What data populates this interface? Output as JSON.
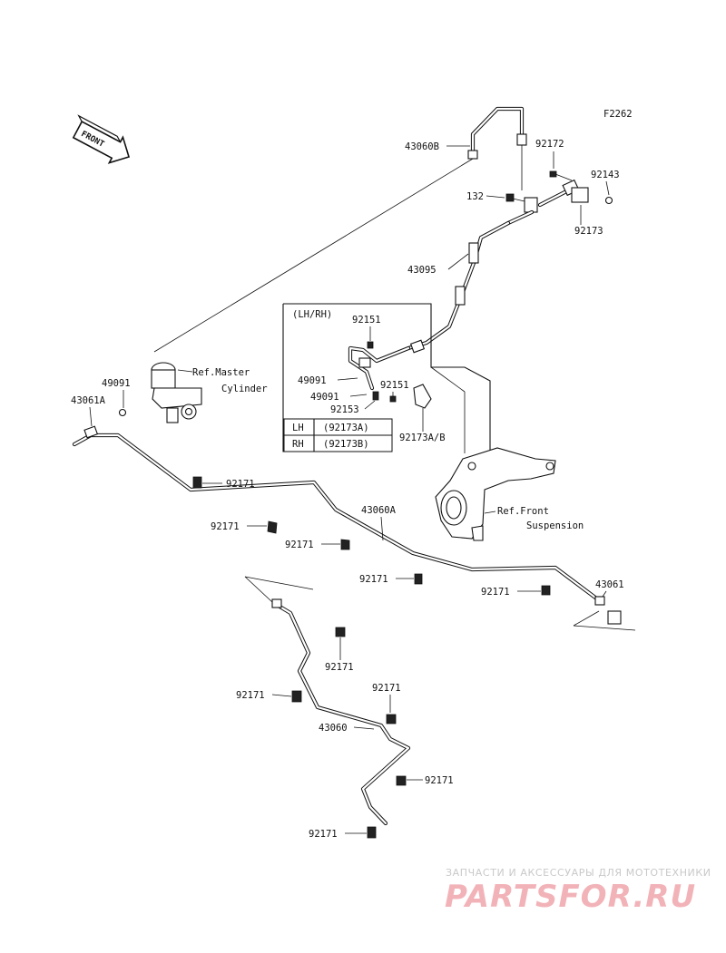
{
  "diagram_code": "F2262",
  "front_arrow_label": "FRONT",
  "inset": {
    "title": "(LH/RH)",
    "rows": [
      {
        "side": "LH",
        "part": "(92173A)"
      },
      {
        "side": "RH",
        "part": "(92173B)"
      }
    ]
  },
  "refs": {
    "master_line1": "Ref.Master",
    "master_line2": "Cylinder",
    "front_line1": "Ref.Front",
    "front_line2": "Suspension"
  },
  "parts": [
    {
      "id": "p43060B",
      "label": "43060B"
    },
    {
      "id": "p92172",
      "label": "92172"
    },
    {
      "id": "p92143",
      "label": "92143"
    },
    {
      "id": "p132",
      "label": "132"
    },
    {
      "id": "p92173",
      "label": "92173"
    },
    {
      "id": "p43095",
      "label": "43095"
    },
    {
      "id": "p92151a",
      "label": "92151"
    },
    {
      "id": "p49091a",
      "label": "49091"
    },
    {
      "id": "p92151b",
      "label": "92151"
    },
    {
      "id": "p49091b",
      "label": "49091"
    },
    {
      "id": "p92153",
      "label": "92153"
    },
    {
      "id": "p92173AB",
      "label": "92173A/B"
    },
    {
      "id": "p49091c",
      "label": "49091"
    },
    {
      "id": "p43061A",
      "label": "43061A"
    },
    {
      "id": "p92171a",
      "label": "92171"
    },
    {
      "id": "p43060A",
      "label": "43060A"
    },
    {
      "id": "p92171b",
      "label": "92171"
    },
    {
      "id": "p92171c",
      "label": "92171"
    },
    {
      "id": "p92171d",
      "label": "92171"
    },
    {
      "id": "p43061",
      "label": "43061"
    },
    {
      "id": "p92171e",
      "label": "92171"
    },
    {
      "id": "p92171f",
      "label": "92171"
    },
    {
      "id": "p92171g",
      "label": "92171"
    },
    {
      "id": "p92171h",
      "label": "92171"
    },
    {
      "id": "p43060",
      "label": "43060"
    },
    {
      "id": "p92171i",
      "label": "92171"
    },
    {
      "id": "p92171j",
      "label": "92171"
    }
  ],
  "watermark": {
    "line1": "ЗАПЧАСТИ И АКСЕССУАРЫ ДЛЯ МОТОТЕХНИКИ",
    "line2": "PARTSFOR.RU"
  }
}
